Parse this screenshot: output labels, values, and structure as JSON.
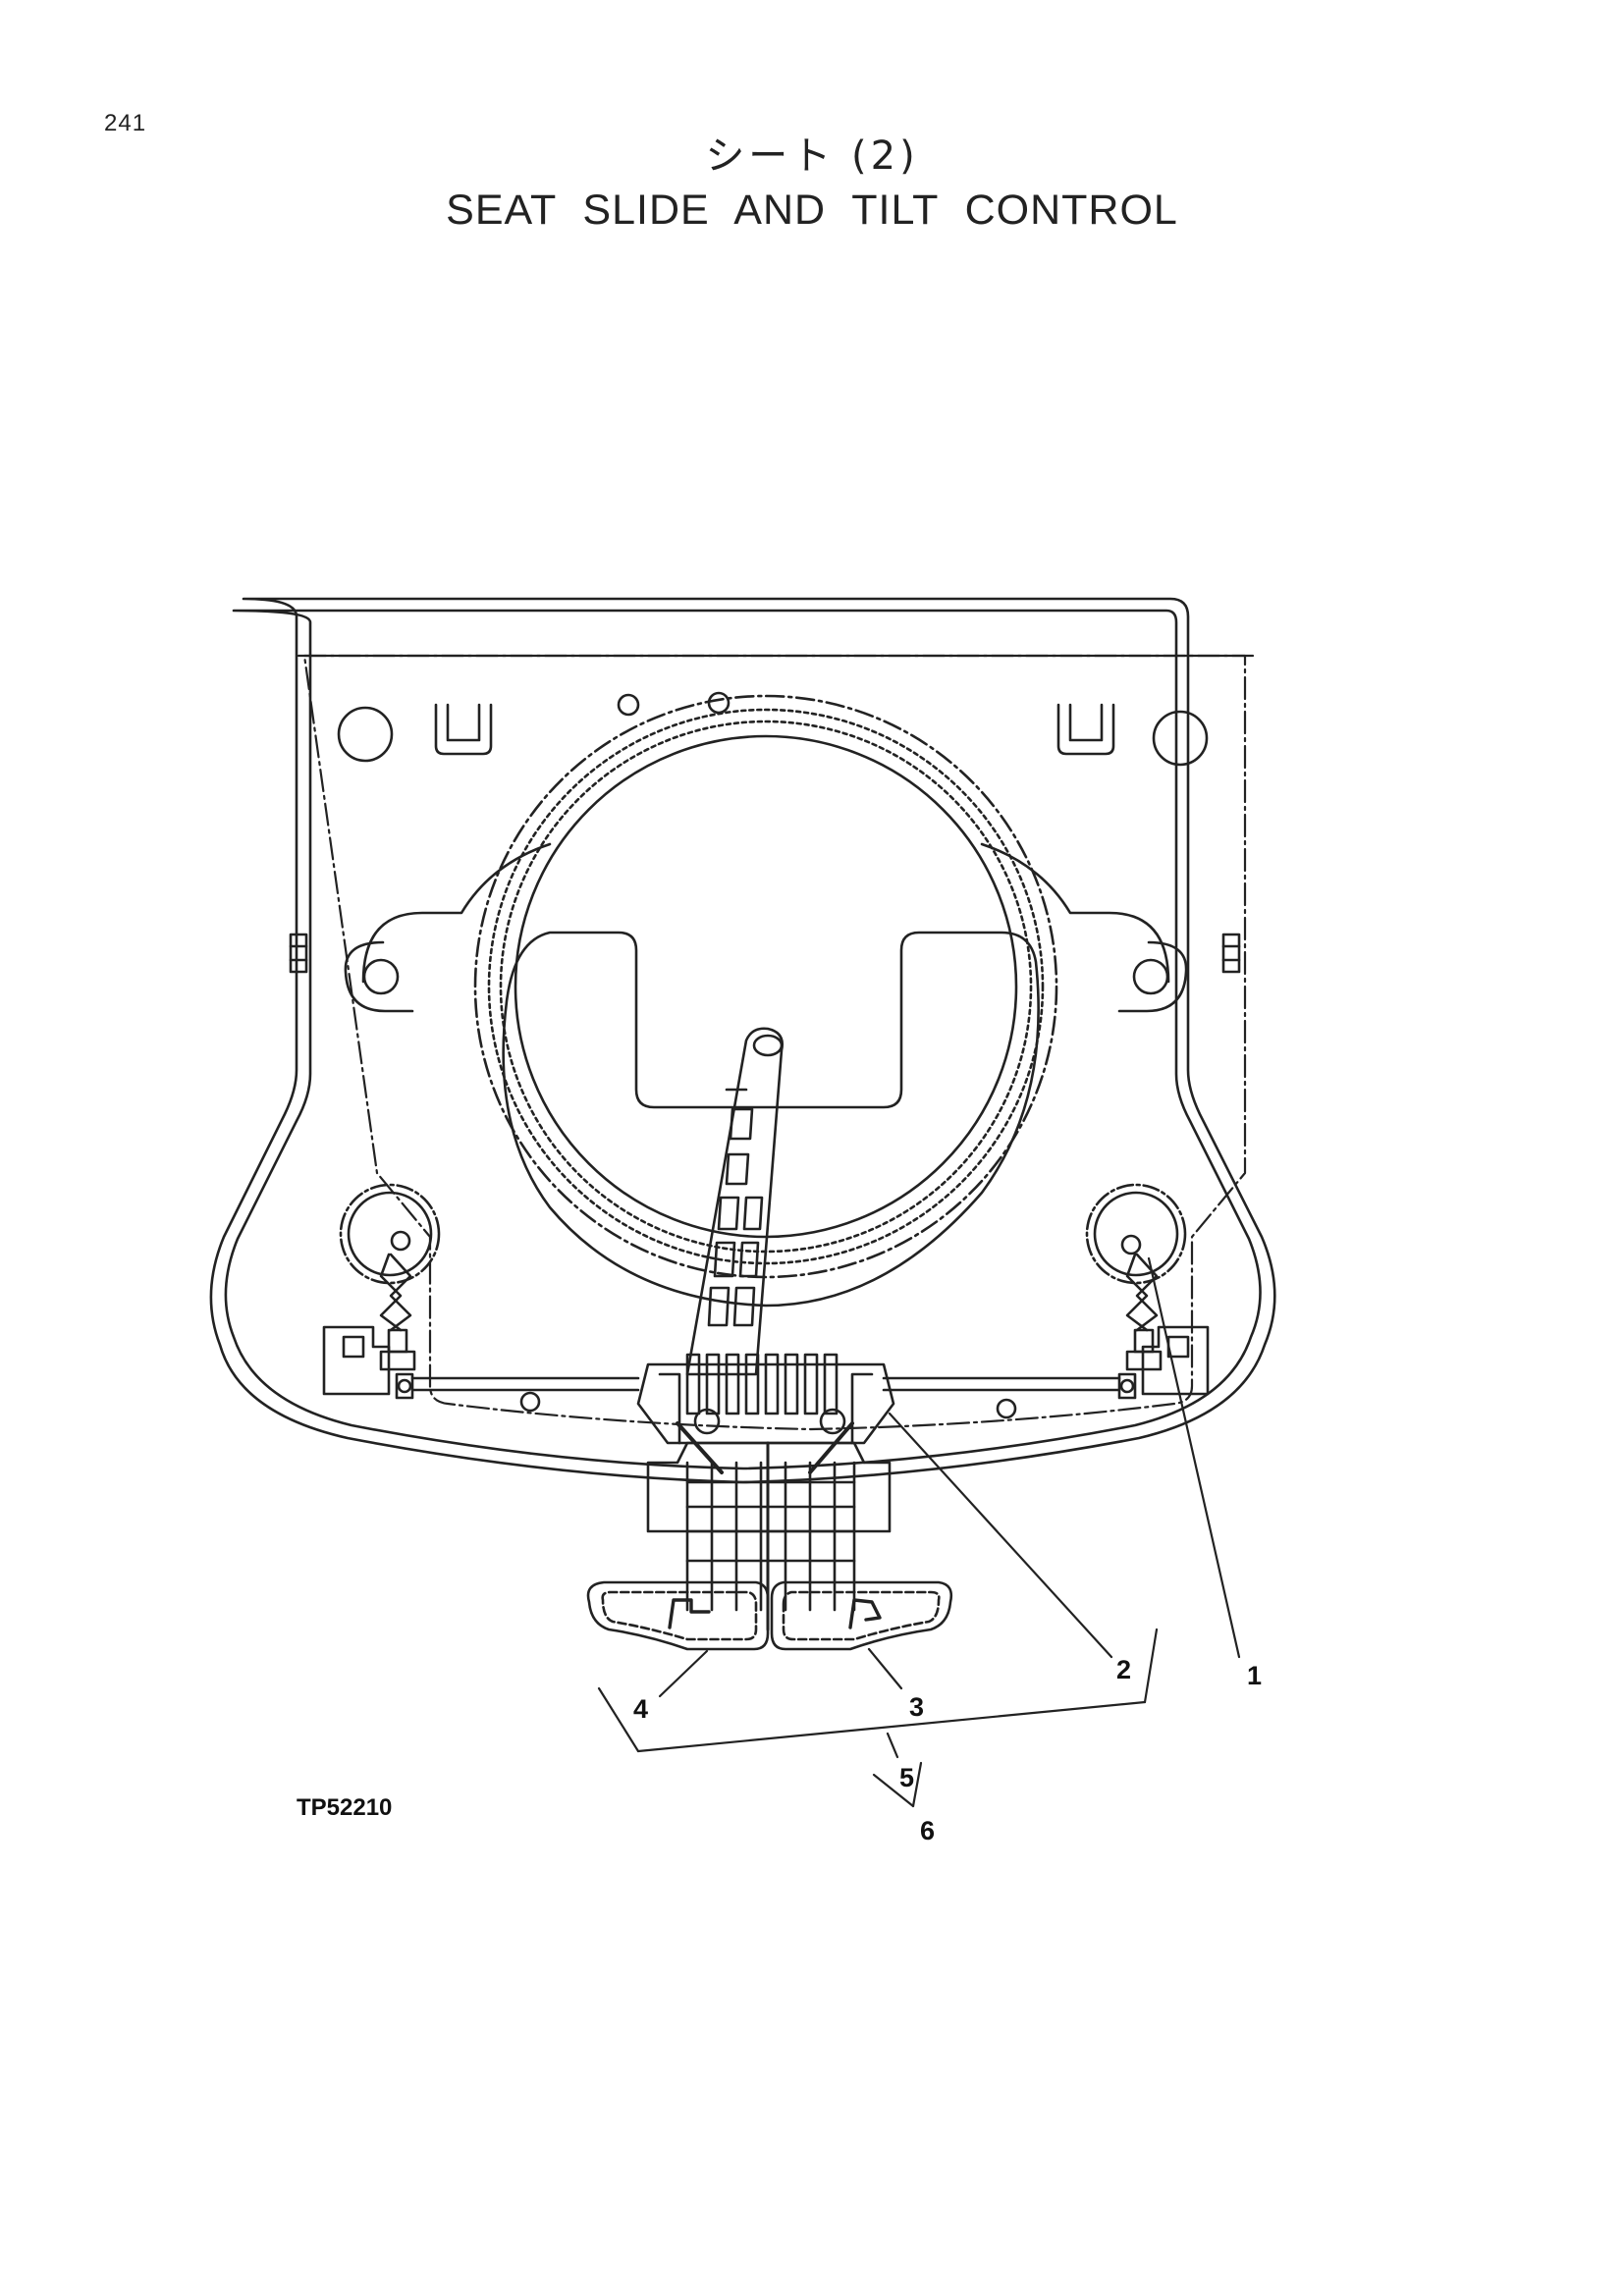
{
  "page": {
    "number": "241",
    "title_jp": "シート (2)",
    "title_en": "SEAT SLIDE AND TILT CONTROL",
    "figure_id": "TP52210"
  },
  "callouts": {
    "c1": "1",
    "c2": "2",
    "c3": "3",
    "c4": "4",
    "c5": "5",
    "c6": "6"
  }
}
